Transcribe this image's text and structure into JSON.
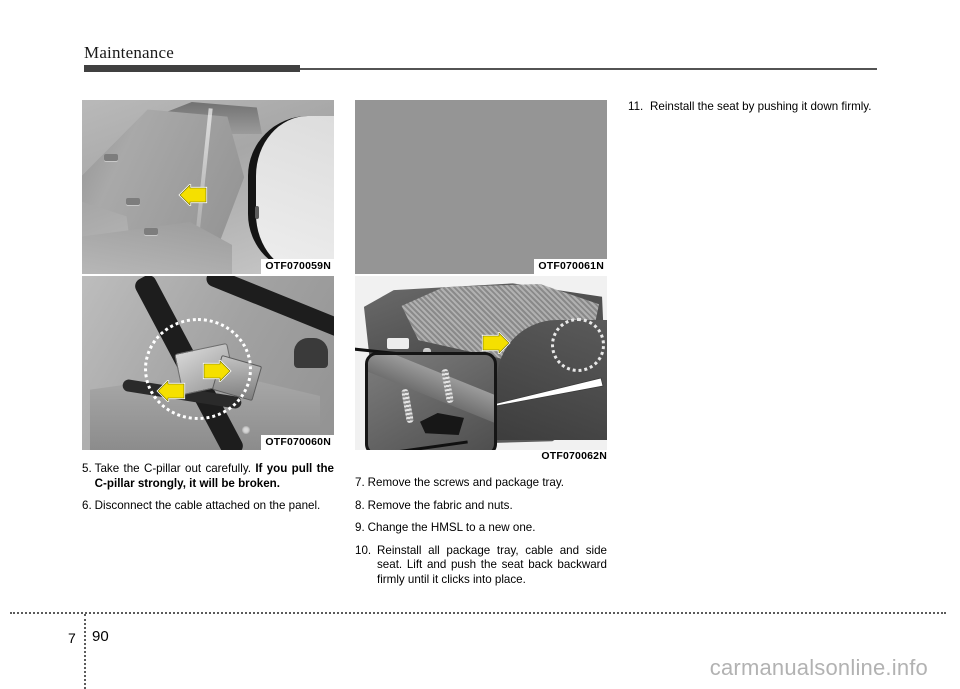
{
  "header": {
    "chapter_title": "Maintenance"
  },
  "figures": [
    {
      "id": "figure-c-pillar-trim",
      "caption": "OTF070059N",
      "caption_position": "inside",
      "markers": [
        "yellow-arrow"
      ]
    },
    {
      "id": "figure-cable-connector",
      "caption": "OTF070060N",
      "caption_position": "inside",
      "markers": [
        "dotted-circle",
        "yellow-arrow",
        "yellow-arrow"
      ]
    },
    {
      "id": "figure-blank-grey",
      "caption": "OTF070061N",
      "caption_position": "inside",
      "markers": []
    },
    {
      "id": "figure-package-tray",
      "caption": "OTF070062N",
      "caption_position": "below",
      "markers": [
        "yellow-arrow",
        "dotted-circle",
        "white-lead-arrow",
        "inset-detail-box"
      ]
    }
  ],
  "columns": {
    "left": {
      "steps": [
        {
          "number": "5.",
          "text_plain": "Take the C-pillar out carefully. ",
          "text_bold": "If you pull the C-pillar strongly, it will be broken."
        },
        {
          "number": "6.",
          "text_plain": "Disconnect the cable attached on the panel.",
          "text_bold": ""
        }
      ]
    },
    "middle": {
      "steps": [
        {
          "number": "7.",
          "text_plain": "Remove the screws and package tray.",
          "text_bold": ""
        },
        {
          "number": "8.",
          "text_plain": "Remove the fabric and nuts.",
          "text_bold": ""
        },
        {
          "number": "9.",
          "text_plain": "Change the HMSL to a new one.",
          "text_bold": ""
        },
        {
          "number": "10.",
          "text_plain": "Reinstall all package tray, cable and side seat. Lift and push the seat back backward firmly until it clicks into place.",
          "text_bold": ""
        }
      ]
    },
    "right": {
      "steps": [
        {
          "number": "11.",
          "text_plain": "Reinstall the seat by pushing it down firmly.",
          "text_bold": ""
        }
      ]
    }
  },
  "footer": {
    "chapter_number": "7",
    "page_number": "90",
    "watermark": "carmanualsonline.info"
  },
  "colors": {
    "rule_dark": "#404040",
    "rule_thin": "#535353",
    "marker_yellow": "#F5E000",
    "watermark_grey": "#b2b2b2",
    "blank_figure_grey": "#959595"
  }
}
